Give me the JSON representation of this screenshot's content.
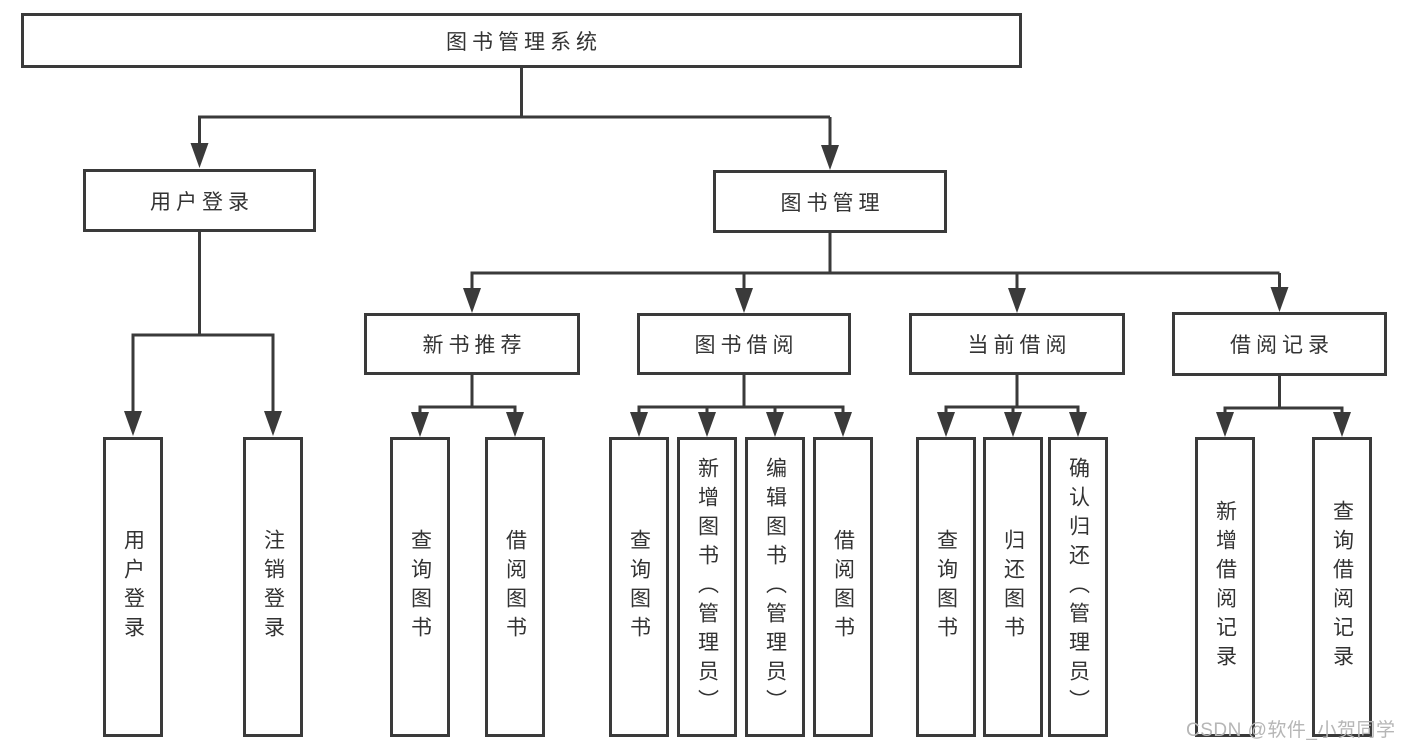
{
  "diagram": {
    "title": "图书管理系统",
    "branches": [
      {
        "label": "用户登录",
        "children": [
          "用户登录",
          "注销登录"
        ]
      },
      {
        "label": "图书管理",
        "sections": [
          {
            "label": "新书推荐",
            "children": [
              "查询图书",
              "借阅图书"
            ]
          },
          {
            "label": "图书借阅",
            "children": [
              "查询图书",
              "新增图书（管理员）",
              "编辑图书（管理员）",
              "借阅图书"
            ]
          },
          {
            "label": "当前借阅",
            "children": [
              "查询图书",
              "归还图书",
              "确认归还（管理员）"
            ]
          },
          {
            "label": "借阅记录",
            "children": [
              "新增借阅记录",
              "查询借阅记录"
            ]
          }
        ]
      }
    ]
  },
  "watermark": {
    "text": "CSDN @软件_小贺同学"
  },
  "colors": {
    "line": "#3a3a3a",
    "box_border": "#3a3a3a",
    "text": "#333333",
    "watermark": "#b6b6b6",
    "background": "#ffffff"
  }
}
